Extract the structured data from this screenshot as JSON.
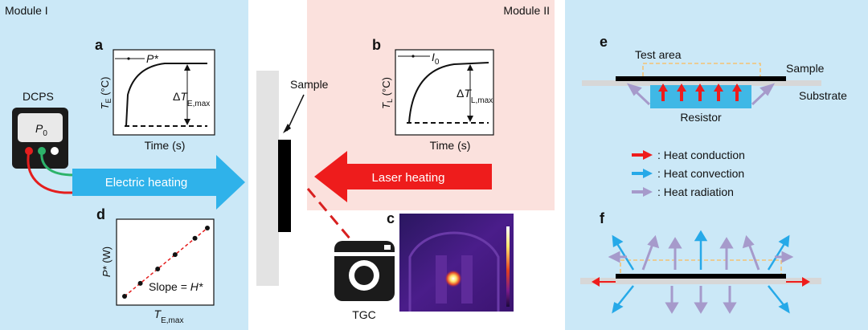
{
  "modules": {
    "left": "Module I",
    "right": "Module II"
  },
  "panels": {
    "a": {
      "letter": "a",
      "legend": "P*",
      "y_axis": "T_E (°C)",
      "x_axis": "Time (s)",
      "annotation": "ΔT_E,max"
    },
    "b": {
      "letter": "b",
      "legend": "I_0",
      "y_axis": "T_L (°C)",
      "x_axis": "Time (s)",
      "annotation": "ΔT_L,max"
    },
    "c": {
      "letter": "c"
    },
    "d": {
      "letter": "d",
      "y_axis": "P* (W)",
      "x_axis": "T_E,max",
      "slope_text": "Slope = H*",
      "points": [
        0.0,
        0.19,
        0.4,
        0.61,
        0.85,
        1.0
      ]
    },
    "e": {
      "letter": "e",
      "test_area": "Test area",
      "sample": "Sample",
      "substrate": "Substrate",
      "resistor": "Resistor"
    },
    "f": {
      "letter": "f"
    }
  },
  "source": {
    "title": "DCPS",
    "display": "P_0"
  },
  "arrows": {
    "electric": "Electric heating",
    "laser": "Laser heating"
  },
  "center": {
    "sample_label": "Sample",
    "camera_label": "TGC"
  },
  "legend": {
    "items": [
      {
        "label": "Heat conduction",
        "color": "#ee1c1c"
      },
      {
        "label": "Heat convection",
        "color": "#26a9e8"
      },
      {
        "label": "Heat radiation",
        "color": "#a69acb"
      }
    ]
  },
  "colors": {
    "module1_bg": "#cbe8f7",
    "module2_bg": "#fbe1dd",
    "right_bg": "#cbe8f7",
    "electric_arrow": "#2fb2ea",
    "laser_arrow": "#ee1c1c",
    "dashed_outline": "#f5c374",
    "resistor": "#3fb8e6"
  }
}
